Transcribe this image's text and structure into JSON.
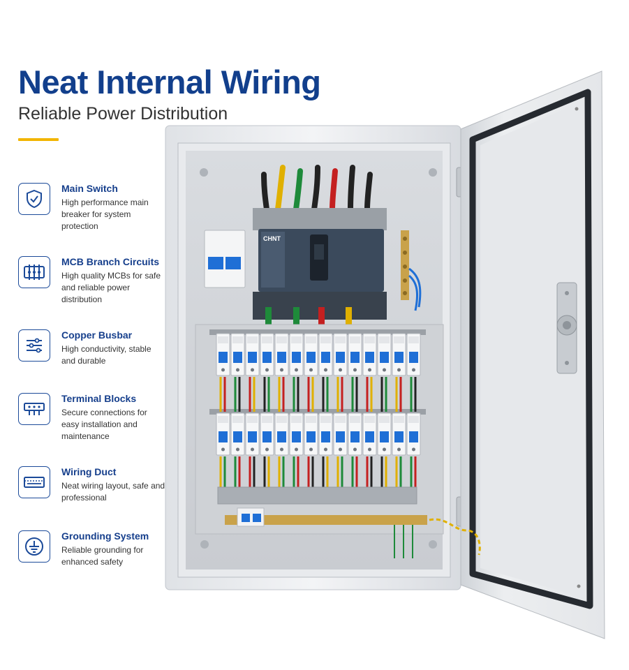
{
  "header": {
    "title": "Neat Internal Wiring",
    "subtitle": "Reliable Power Distribution"
  },
  "features": [
    {
      "icon": "shield-check-icon",
      "title": "Main Switch",
      "description": "High performance main breaker for system protection"
    },
    {
      "icon": "mcb-circuits-icon",
      "title": "MCB Branch Circuits",
      "description": "High quality MCBs for safe and reliable power distribution"
    },
    {
      "icon": "busbar-icon",
      "title": "Copper Busbar",
      "description": "High conductivity, stable and durable"
    },
    {
      "icon": "terminal-block-icon",
      "title": "Terminal Blocks",
      "description": "Secure connections for easy installation and maintenance"
    },
    {
      "icon": "wiring-duct-icon",
      "title": "Wiring Duct",
      "description": "Neat wiring layout, safe and professional"
    },
    {
      "icon": "ground-icon",
      "title": "Grounding System",
      "description": "Reliable grounding for enhanced safety"
    }
  ],
  "product": {
    "breaker_brand": "CHNT"
  },
  "colors": {
    "heading_blue": "#123f8c",
    "accent_yellow": "#f2b500",
    "breaker_blue": "#1f6fd6",
    "enclosure_grey": "#e9ebee"
  }
}
